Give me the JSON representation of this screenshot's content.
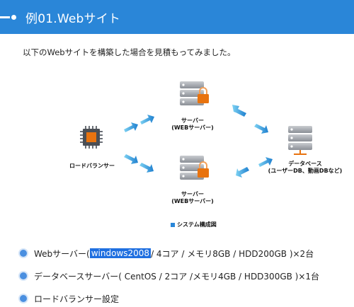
{
  "header": {
    "title": "例01.Webサイト"
  },
  "intro": "以下のWebサイトを構築した場合を見積もってみました。",
  "diagram": {
    "load_balancer": "ロードバランサー",
    "server_top_line1": "サーバー",
    "server_top_line2": "(WEBサーバー)",
    "server_bottom_line1": "サーバー",
    "server_bottom_line2": "(WEBサーバー)",
    "database_line1": "データベース",
    "database_line2": "(ユーザーDB、動画DBなど)",
    "caption": "システム構成図"
  },
  "specs": [
    {
      "prefix": "Webサーバー( ",
      "selected": "windows2008 ",
      "suffix": "/ 4コア / メモリ8GB / HDD200GB )×2台"
    },
    {
      "text": "データベースサーバー( CentOS / 2コア /メモリ4GB / HDD300GB )×1台"
    },
    {
      "text": "ロードバランサー設定"
    }
  ],
  "colors": {
    "accent": "#2a86d8",
    "lock": "#e8730f",
    "selection": "#1f6fe0"
  }
}
